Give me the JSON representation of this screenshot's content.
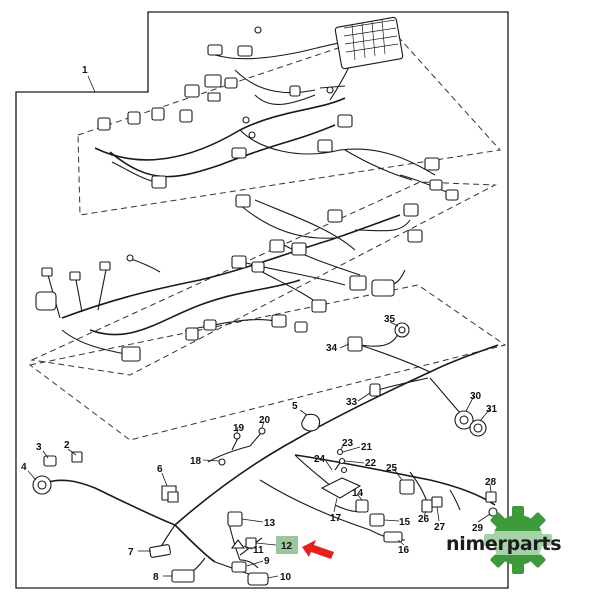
{
  "callouts": {
    "c1": "1",
    "c2": "2",
    "c3": "3",
    "c4": "4",
    "c5": "5",
    "c6": "6",
    "c7": "7",
    "c8": "8",
    "c9": "9",
    "c10": "10",
    "c11": "11",
    "c12": "12",
    "c13": "13",
    "c14": "14",
    "c15": "15",
    "c16": "16",
    "c17": "17",
    "c18": "18",
    "c19": "19",
    "c20": "20",
    "c21": "21",
    "c22": "22",
    "c23": "23",
    "c24": "24",
    "c25": "25",
    "c26": "26",
    "c27": "27",
    "c28": "28",
    "c29": "29",
    "c30": "30",
    "c31": "31",
    "c33": "33",
    "c34": "34",
    "c35": "35"
  },
  "highlight": {
    "label": "12",
    "fill": "#9cc79c",
    "arrow_color": "#e5201d"
  },
  "watermark": {
    "brand": "nimerparts",
    "gear_color": "#3c9a3a"
  }
}
